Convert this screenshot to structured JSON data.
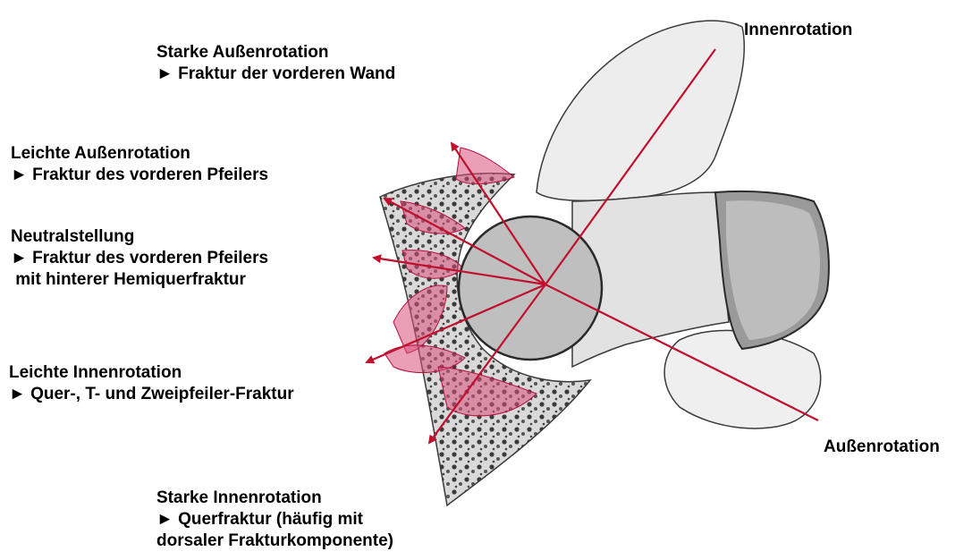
{
  "labels": {
    "innenrotation": "Innenrotation",
    "aussenrotation": "Außenrotation",
    "strong_external": {
      "title": "Starke Außenrotation",
      "line1": "► Fraktur der vorderen Wand"
    },
    "mild_external": {
      "title": "Leichte Außenrotation",
      "line1": "► Fraktur des vorderen Pfeilers"
    },
    "neutral": {
      "title": "Neutralstellung",
      "line1": "► Fraktur des vorderen Pfeilers",
      "line2": " mit hinterer Hemiquerfraktur"
    },
    "mild_internal": {
      "title": "Leichte Innenrotation",
      "line1": "► Quer-, T- und Zweipfeiler-Fraktur"
    },
    "strong_internal": {
      "title": "Starke Innenrotation",
      "line1": "► Querfraktur (häufig mit",
      "line2": "dorsaler Frakturkomponente)"
    }
  },
  "colors": {
    "arrow": "#c0102e",
    "fracture_fill": "#d8507a",
    "bone_outline": "#3a3a3a",
    "bone_fill": "#ececec"
  }
}
